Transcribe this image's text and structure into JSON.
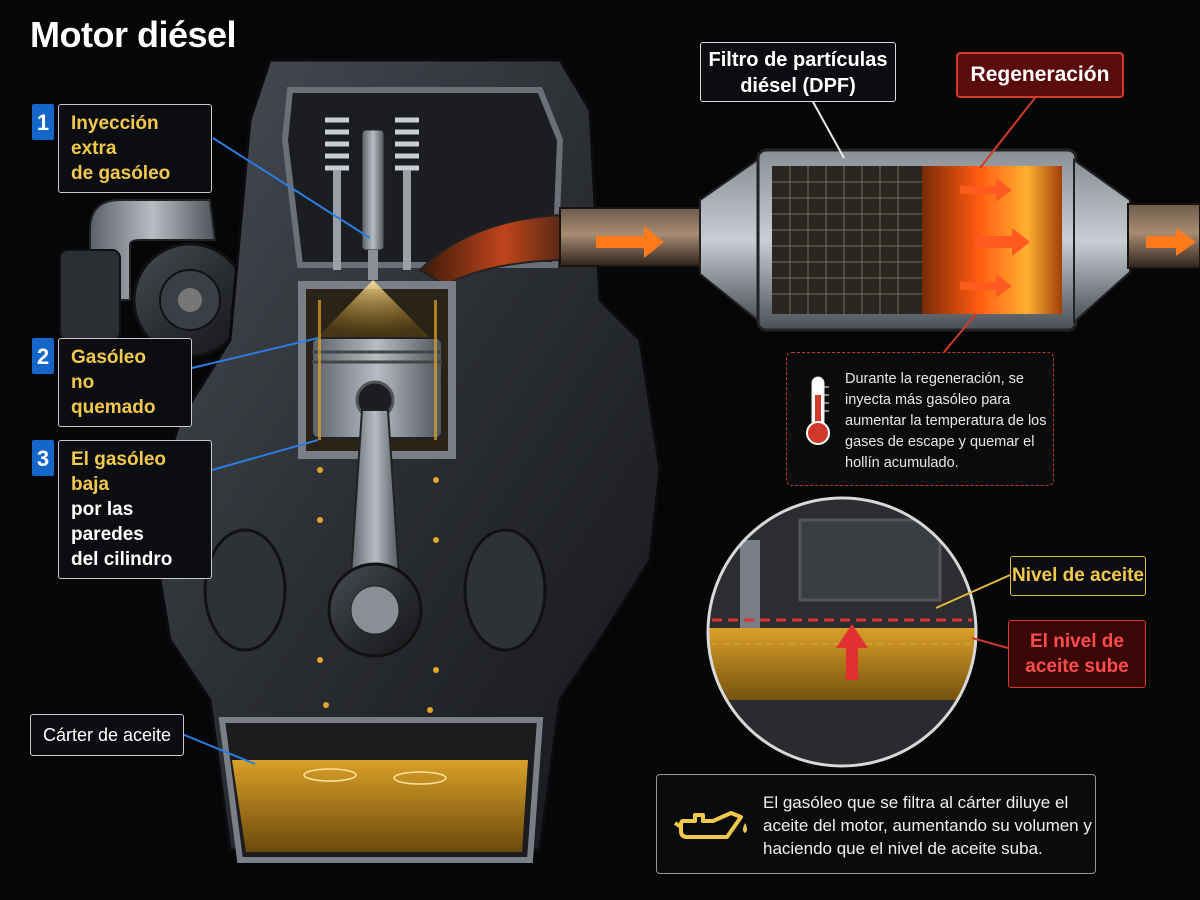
{
  "title": "Motor diésel",
  "callouts": [
    {
      "num": "1",
      "line1": "Inyección extra",
      "line2": "de gasóleo"
    },
    {
      "num": "2",
      "line1": "Gasóleo",
      "line2": "no quemado"
    },
    {
      "num": "3",
      "line1": "El gasóleo baja",
      "line2": "por las paredes",
      "line3": "del cilindro"
    }
  ],
  "carter_label": "Cárter de aceite",
  "dpf": {
    "line1": "Filtro de partículas",
    "line2": "diésel (DPF)"
  },
  "regen_label": "Regeneración",
  "regen_note": "Durante la regeneración, se inyecta más gasóleo para aumentar la temperatura de los gases de escape y quemar el hollín acumulado.",
  "oil_level_label": "Nivel de aceite",
  "oil_rise_label": {
    "line1": "El nivel de",
    "line2": "aceite sube"
  },
  "oil_note": "El gasóleo que se filtra al cárter diluye el aceite del motor, aumentando su volumen y haciendo que el nivel de aceite suba.",
  "icons": [
    "thermometer-icon",
    "oil-can-icon",
    "arrow-right-icon",
    "arrow-up-icon"
  ],
  "colors": {
    "accent_blue": "#1466c8",
    "label_yellow": "#f2c94c",
    "regen_red": "#d03a2a",
    "oil_amber": "#c8901a"
  }
}
